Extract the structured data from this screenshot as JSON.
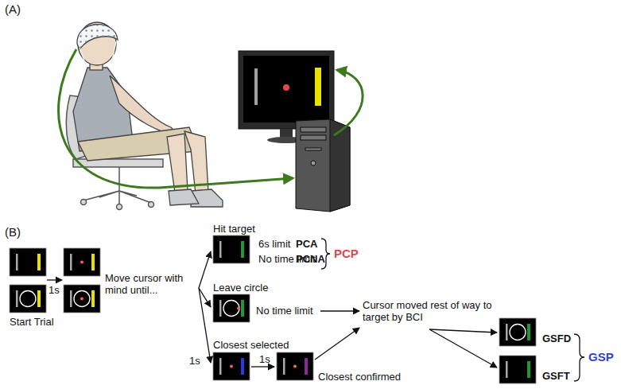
{
  "diagram": {
    "labels": [
      "(A)",
      "(B)",
      "1s",
      "Move cursor with mind until...",
      "Start Trial",
      "Hit target",
      "6s limit",
      "PCA",
      "No time limit",
      "PCNA",
      "PCP",
      "Leave circle",
      "No time limit",
      "Cursor moved rest of way to target by BCI",
      "GSFD",
      "GSFT",
      "GSP",
      "Closest selected",
      "1s",
      "1s",
      "Closest confirmed"
    ]
  }
}
